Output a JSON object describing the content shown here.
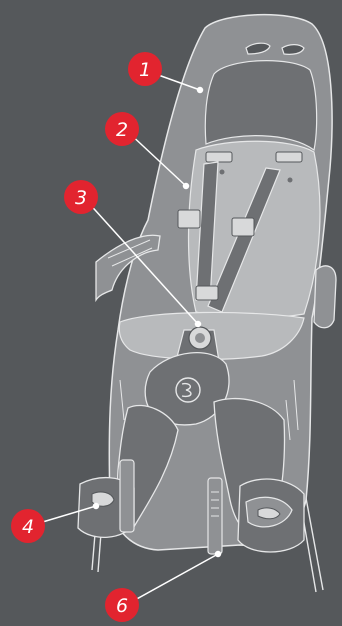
{
  "diagram": {
    "background_color": "#55585b",
    "seat_color": "#8f9194",
    "seat_light_color": "#b8babc",
    "seat_dark_color": "#6e7073",
    "outline_color": "#e6e7e8",
    "badge_color": "#e2242f",
    "callouts": [
      {
        "id": "callout-1",
        "label": "1"
      },
      {
        "id": "callout-2",
        "label": "2"
      },
      {
        "id": "callout-3",
        "label": "3"
      },
      {
        "id": "callout-4",
        "label": "4"
      },
      {
        "id": "callout-6",
        "label": "6"
      }
    ]
  }
}
